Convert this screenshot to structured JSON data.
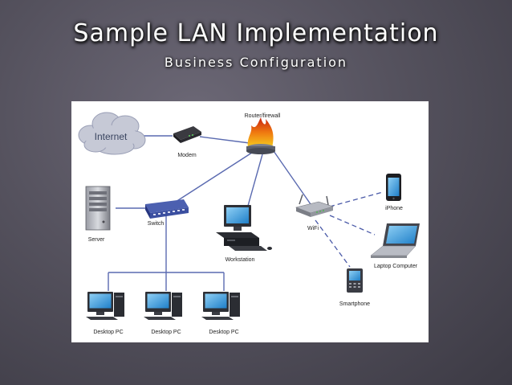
{
  "slide": {
    "title": "Sample LAN Implementation",
    "subtitle": "Business Configuration"
  },
  "diagram": {
    "nodes": {
      "internet": "Internet",
      "router": "Router/firewall",
      "modem": "Modem",
      "switch": "Switch",
      "server": "Server",
      "workstation": "Workstation",
      "wifi": "WiFi",
      "iphone": "iPhone",
      "laptop": "Laptop Computer",
      "smartphone": "Smartphone",
      "desktop_1": "Desktop PC",
      "desktop_2": "Desktop PC",
      "desktop_3": "Desktop PC"
    },
    "colors": {
      "wired_link": "#5a6ab0",
      "wireless_link": "#4a5aa8",
      "switch_body": "#3b4fa0",
      "flame": "#f07a10"
    }
  }
}
